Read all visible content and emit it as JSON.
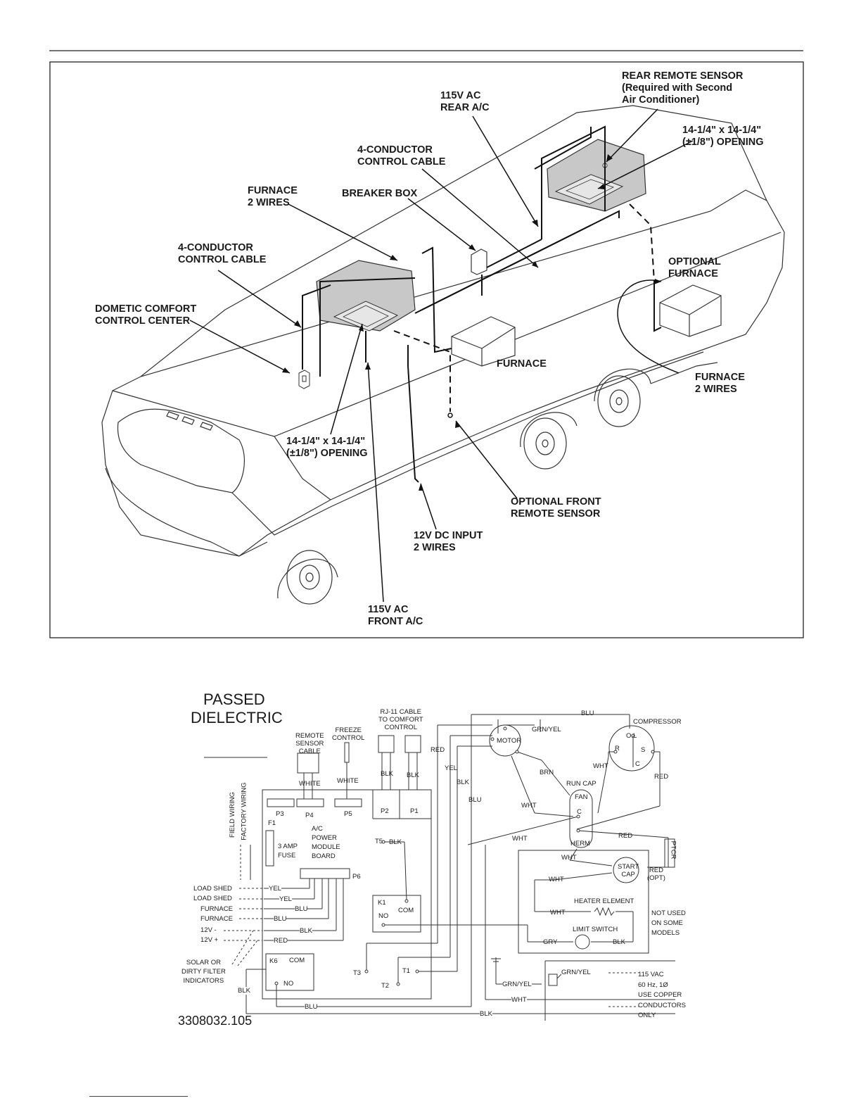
{
  "top_diagram": {
    "labels": {
      "rear_remote_sensor": [
        "REAR REMOTE SENSOR",
        "(Required with Second",
        "Air Conditioner)"
      ],
      "ac_rear": [
        "115V AC",
        "REAR A/C"
      ],
      "opening_rear": [
        "14-1/4\" x 14-1/4\"",
        "(±1/8\") OPENING"
      ],
      "control_cable_rear": [
        "4-CONDUCTOR",
        "CONTROL CABLE"
      ],
      "furnace_wires_left": [
        "FURNACE",
        "2 WIRES"
      ],
      "breaker_box": [
        "BREAKER BOX"
      ],
      "control_cable_front": [
        "4-CONDUCTOR",
        "CONTROL CABLE"
      ],
      "optional_furnace": [
        "OPTIONAL",
        "FURNACE"
      ],
      "comfort_center": [
        "DOMETIC COMFORT",
        "CONTROL CENTER"
      ],
      "furnace": [
        "FURNACE"
      ],
      "furnace_wires_right": [
        "FURNACE",
        "2 WIRES"
      ],
      "opening_front": [
        "14-1/4\" x 14-1/4\"",
        "(±1/8\") OPENING"
      ],
      "optional_front_sensor": [
        "OPTIONAL FRONT",
        "REMOTE SENSOR"
      ],
      "dc_input": [
        "12V DC INPUT",
        "2 WIRES"
      ],
      "ac_front": [
        "115V AC",
        "FRONT A/C"
      ]
    }
  },
  "schematic": {
    "title": [
      "PASSED",
      "DIELECTRIC"
    ],
    "doc_number": "3308032.105",
    "labels": {
      "remote_sensor_cable": [
        "REMOTE",
        "SENSOR",
        "CABLE"
      ],
      "freeze_control": [
        "FREEZE",
        "CONTROL"
      ],
      "rj11": [
        "RJ-11 CABLE",
        "TO COMFORT",
        "CONTROL"
      ],
      "blu_top": "BLU",
      "compressor": "COMPRESSOR",
      "grn_yel_top": "GRN/YEL",
      "motor": "MOTOR",
      "red_left": "RED",
      "yel": "YEL",
      "blk_mid": "BLK",
      "blu_mid": "BLU",
      "white_p4": "WHITE",
      "white_p5": "WHITE",
      "blk_p2": "BLK",
      "blk_p1": "BLK",
      "field_wiring": "FIELD WIRING",
      "factory_wiring": "FACTORY WIRING",
      "p3": "P3",
      "p4": "P4",
      "p5": "P5",
      "p2": "P2",
      "p1": "P1",
      "f1": "F1",
      "fuse": [
        "3 AMP",
        "FUSE"
      ],
      "board": [
        "A/C",
        "POWER",
        "MODULE",
        "BOARD"
      ],
      "t5": "T5",
      "blk_t5": "BLK",
      "p6": "P6",
      "o_l": "O.L",
      "r": "R",
      "s": "S",
      "c": "C",
      "wht_comp": "WHT",
      "red_comp": "RED",
      "brn": "BRN",
      "run_cap": "RUN CAP",
      "fan": "FAN",
      "cap_c": "C",
      "herm": "HERM",
      "wht_motor": "WHT",
      "wht_left": "WHT",
      "red_herm": "RED",
      "ptcr": "PTCR",
      "wht_start": "WHT",
      "start_cap": [
        "START",
        "CAP"
      ],
      "red_opt": [
        "RED",
        "(OPT)"
      ],
      "wht_heater_top": "WHT",
      "heater_element": "HEATER ELEMENT",
      "wht_heater": "WHT",
      "not_used": [
        "NOT USED",
        "ON SOME",
        "MODELS"
      ],
      "limit_switch": "LIMIT SWITCH",
      "gry": "GRY",
      "blk_limit": "BLK",
      "load_shed_1": "LOAD SHED",
      "load_shed_2": "LOAD SHED",
      "furnace_1": "FURNACE",
      "furnace_2": "FURNACE",
      "v12_neg": "12V -",
      "v12_pos": "12V +",
      "yel_1": "YEL",
      "yel_2": "YEL",
      "blu_1": "BLU",
      "blu_2": "BLU",
      "blk_12": "BLK",
      "red_12": "RED",
      "k1": "K1",
      "no_k1": "NO",
      "com_k1": "COM",
      "solar": [
        "SOLAR OR",
        "DIRTY FILTER",
        "INDICATORS"
      ],
      "k6": "K6",
      "com_k6": "COM",
      "no_k6": "NO",
      "blk_k6": "BLK",
      "blu_bottom": "BLU",
      "t3": "T3",
      "t1": "T1",
      "t2": "T2",
      "grn_yel_gnd": "GRN/YEL",
      "grn_yel_in": "GRN/YEL",
      "supply": [
        "115 VAC",
        "60 Hz,    1Ø",
        "USE COPPER",
        "CONDUCTORS",
        "ONLY"
      ],
      "wht_bottom": "WHT",
      "blk_bottom": "BLK"
    }
  }
}
